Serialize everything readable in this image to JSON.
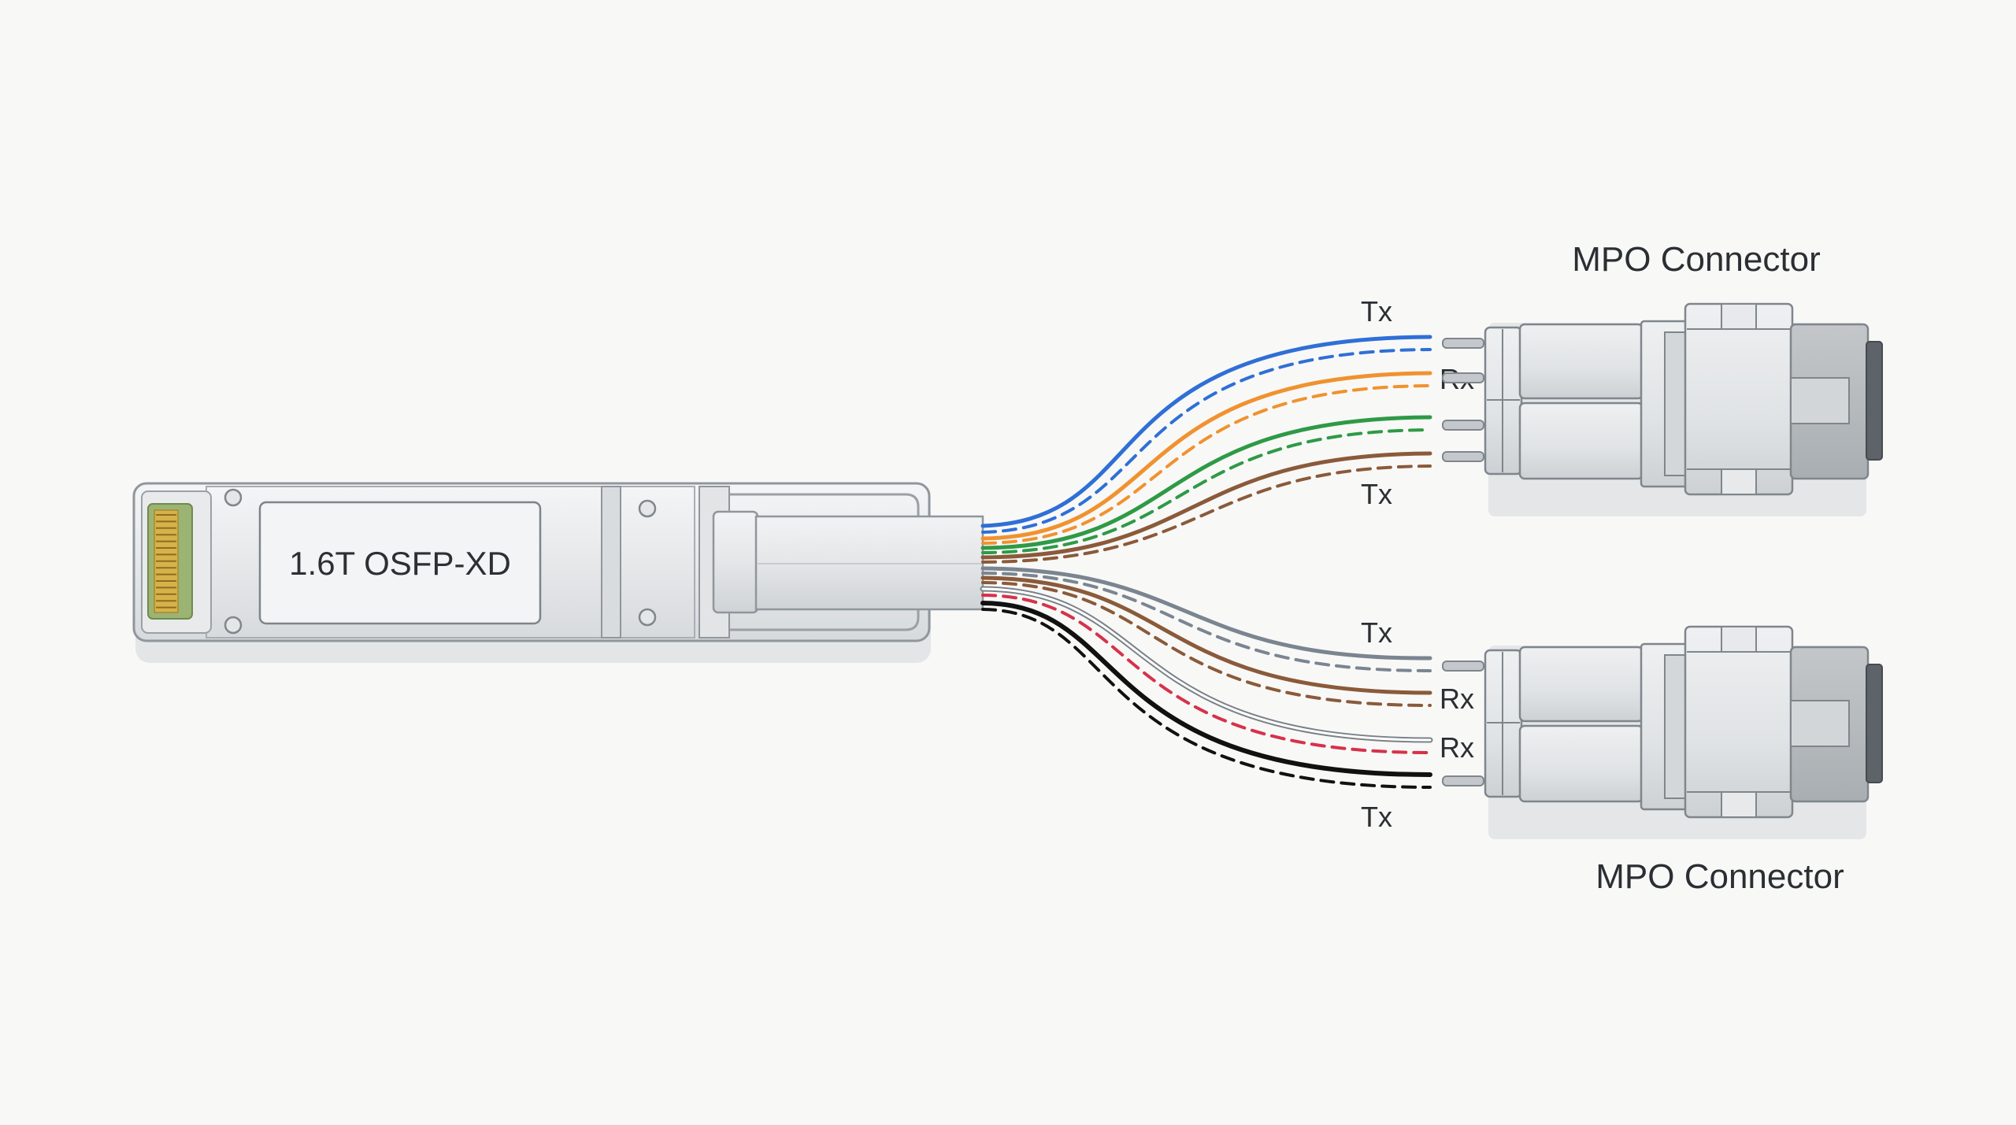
{
  "module": {
    "label": "1.6T OSFP-XD"
  },
  "connectors": [
    {
      "label": "MPO Connector",
      "tx_top_label": "Tx",
      "rx_label": "Rx",
      "tx_bottom_label": "Tx"
    },
    {
      "label": "MPO Connector",
      "tx_top_label": "Tx",
      "rx_top_label": "Rx",
      "rx_bottom_label": "Rx",
      "tx_bottom_label": "Tx"
    }
  ],
  "colors": {
    "blue": "#2f6fd6",
    "orange": "#f0922f",
    "green": "#2e9a46",
    "brown": "#8a5a3a",
    "gray": "#7a8590",
    "white": "#d8dcdf",
    "red": "#d6324a",
    "black": "#111111",
    "pcb_gold": "#c9a640",
    "pcb_green": "#8aa660"
  }
}
